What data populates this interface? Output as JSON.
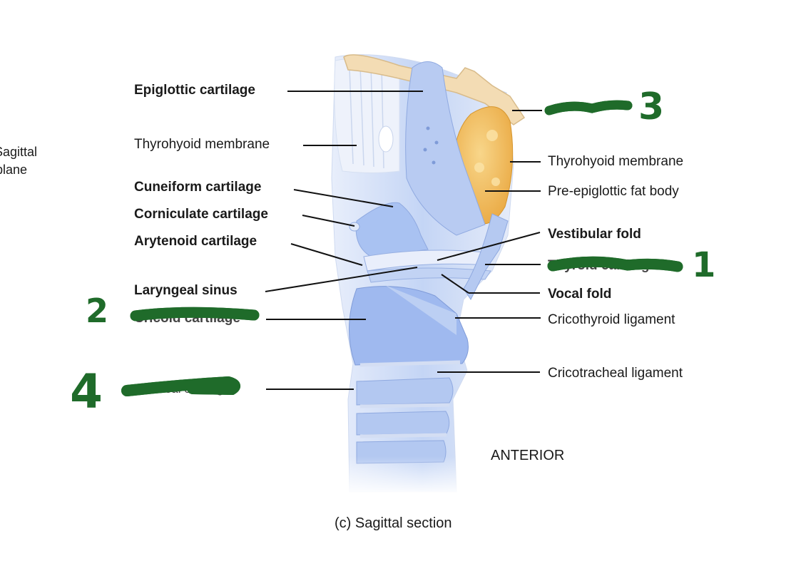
{
  "side_note": {
    "line1": "Sagittal",
    "line2": "plane"
  },
  "left_labels": {
    "epiglottic": "Epiglottic cartilage",
    "thyrohyoid": "Thyrohyoid membrane",
    "cuneiform": "Cuneiform cartilage",
    "corniculate": "Corniculate cartilage",
    "arytenoid": "Arytenoid cartilage",
    "laryngeal_sinus": "Laryngeal sinus",
    "cricoid_hidden": "Cricoid cartilage",
    "tracheal_hidden": "Tracheal cartilage"
  },
  "right_labels": {
    "thyrohyoid": "Thyrohyoid membrane",
    "pre_epiglottic": "Pre-epiglottic fat body",
    "vestibular": "Vestibular fold",
    "thyroid_hidden": "Thyroid cartilage",
    "vocal": "Vocal fold",
    "cricothyroid": "Cricothyroid ligament",
    "cricotracheal": "Cricotracheal ligament"
  },
  "orientation": "ANTERIOR",
  "caption": "(c) Sagittal section",
  "handwritten_numbers": {
    "thyroid": "1",
    "cricoid": "2",
    "hyoid": "3",
    "tracheal": "4"
  },
  "colors": {
    "cartilage_blue": "#a9c2f2",
    "membrane_light": "#dfe8f8",
    "fat_body": "#f2b855",
    "hyoid_bone": "#f3dcb4",
    "marker_green": "#1f6b2a"
  }
}
